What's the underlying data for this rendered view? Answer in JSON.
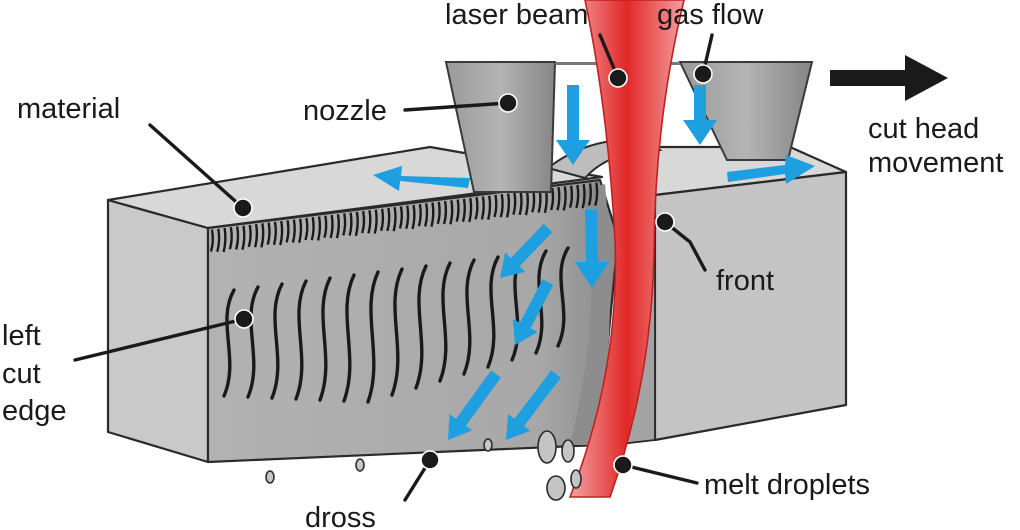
{
  "labels": {
    "laser_beam": "laser beam",
    "gas_flow": "gas flow",
    "material": "material",
    "nozzle": "nozzle",
    "cut_head_line1": "cut head",
    "cut_head_line2": "movement",
    "front": "front",
    "left_cut_edge_line1": "left",
    "left_cut_edge_line2": "cut",
    "left_cut_edge_line3": "edge",
    "dross": "dross",
    "melt_droplets": "melt droplets"
  },
  "colors": {
    "material_top": "#d6d6d6",
    "material_side": "#c4c4c4",
    "cut_surface": "#b8b8b8",
    "striations": "#1a1a1a",
    "laser_beam": "#e23a3a",
    "gas_arrows": "#1e9fe0",
    "nozzle": "#8e8e8e"
  }
}
